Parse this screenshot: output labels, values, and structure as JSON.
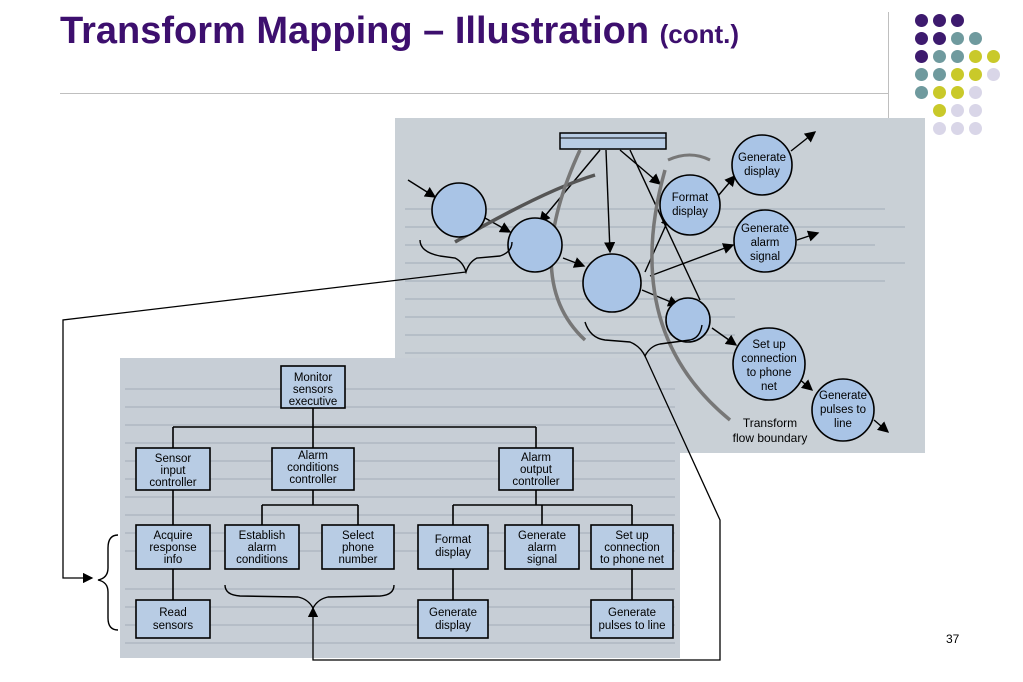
{
  "slide": {
    "title_main": "Transform Mapping – Illustration",
    "title_cont": "(cont.)",
    "page_number": "37"
  },
  "flow_diagram": {
    "bubbles": [
      {
        "label": ""
      },
      {
        "label": ""
      },
      {
        "label": ""
      },
      {
        "label": ""
      },
      {
        "label": "Format display"
      },
      {
        "label": "Generate display"
      },
      {
        "label": "Generate alarm signal"
      },
      {
        "label": "Set up connection to phone net"
      },
      {
        "label": "Generate pulses to line"
      }
    ],
    "boundary_label": "Transform flow boundary"
  },
  "structure_chart": {
    "root": "Monitor sensors executive",
    "controllers": [
      "Sensor input controller",
      "Alarm conditions controller",
      "Alarm output controller"
    ],
    "modules": [
      "Acquire response info",
      "Establish alarm conditions",
      "Select phone number",
      "Format display",
      "Generate alarm signal",
      "Set up connection to phone net"
    ],
    "leaves": [
      "Read sensors",
      "Generate display",
      "Generate pulses to line"
    ]
  },
  "colors": {
    "title": "#3d0f6e",
    "dot_purple": "#3d1a6e",
    "dot_teal": "#6f9a9e",
    "dot_yellow": "#c9c92a",
    "dot_lavender": "#d9d6e8",
    "box_fill": "#b8cce4",
    "bubble_fill": "#a9c4e6"
  }
}
